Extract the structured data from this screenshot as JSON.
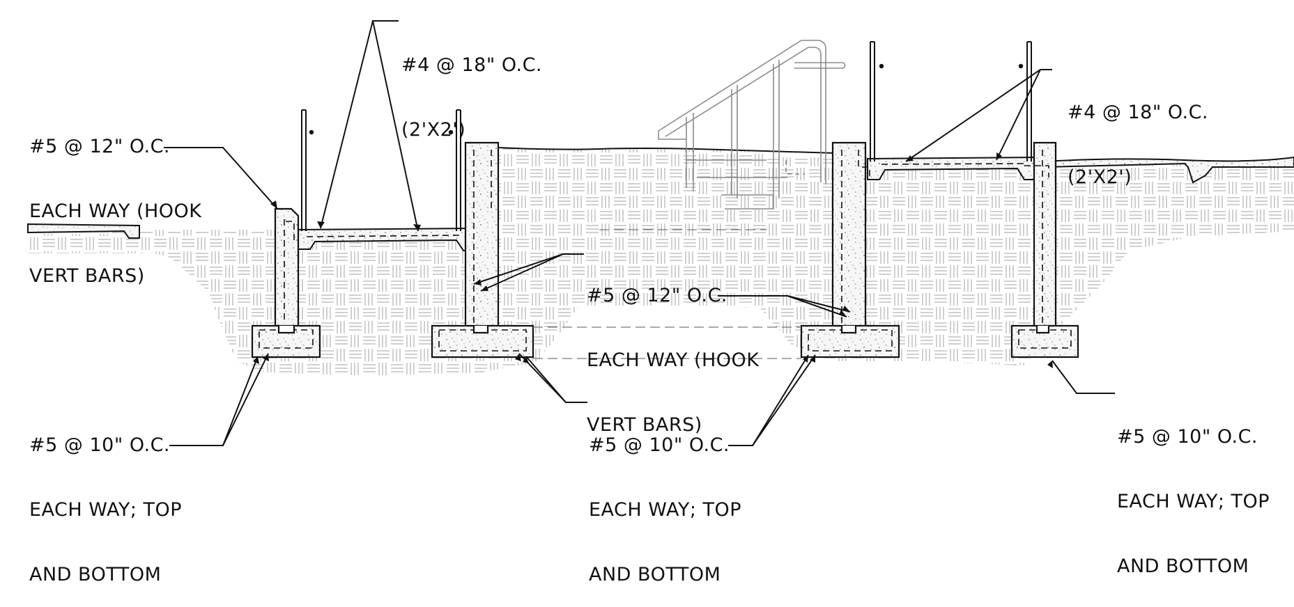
{
  "notes": {
    "top_slab_left": {
      "line1": "#4 @ 18\" O.C.",
      "line2": "(2'X2')"
    },
    "top_slab_right": {
      "line1": "#4 @ 18\" O.C.",
      "line2": "(2'X2')"
    },
    "wall_left": {
      "line1": "#5 @ 12\" O.C.",
      "line2": "EACH WAY (HOOK",
      "line3": "VERT BARS)"
    },
    "wall_mid": {
      "line1": "#5 @ 12\" O.C.",
      "line2": "EACH WAY (HOOK",
      "line3": "VERT BARS)"
    },
    "footing_left": {
      "line1": "#5 @ 10\" O.C.",
      "line2": "EACH WAY; TOP",
      "line3": "AND BOTTOM"
    },
    "footing_mid": {
      "line1": "#5 @ 10\" O.C.",
      "line2": "EACH WAY; TOP",
      "line3": "AND BOTTOM"
    },
    "footing_right": {
      "line1": "#5 @ 10\" O.C.",
      "line2": "EACH WAY; TOP",
      "line3": "AND BOTTOM"
    }
  },
  "colors": {
    "line": "#111111",
    "hatch": "#9a9a9a",
    "concrete_fill": "#f4f4f4",
    "stair_rail": "#8a8a8a"
  }
}
